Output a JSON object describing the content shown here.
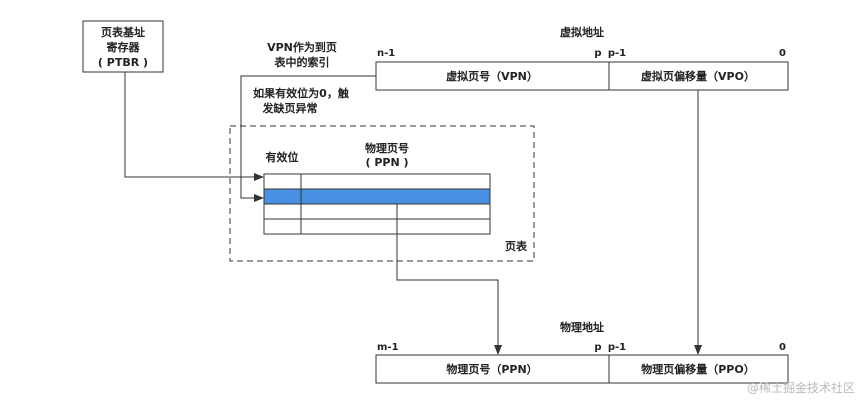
{
  "ptbr_box": {
    "line1": "页表基址",
    "line2": "寄存器",
    "line3": "( PTBR )"
  },
  "vpn_note": {
    "line1": "VPN作为到页",
    "line2": "表中的索引"
  },
  "valid_note": {
    "line1": "如果有效位为0，触",
    "line2": "发缺页异常"
  },
  "virtual_address": {
    "title": "虚拟地址",
    "bit_high": "n-1",
    "bit_p": "p",
    "bit_p_minus_1": "p-1",
    "bit_zero": "0",
    "vpn_label": "虚拟页号（VPN）",
    "vpo_label": "虚拟页偏移量（VPO）"
  },
  "page_table": {
    "valid_header": "有效位",
    "ppn_header_line1": "物理页号",
    "ppn_header_line2": "( PPN )",
    "label": "页表",
    "highlight_color": "#4a90e2"
  },
  "physical_address": {
    "title": "物理地址",
    "bit_high": "m-1",
    "bit_p": "p",
    "bit_p_minus_1": "p-1",
    "bit_zero": "0",
    "ppn_label": "物理页号（PPN）",
    "ppo_label": "物理页偏移量（PPO）"
  },
  "watermark": "@稀土掘金技术社区"
}
